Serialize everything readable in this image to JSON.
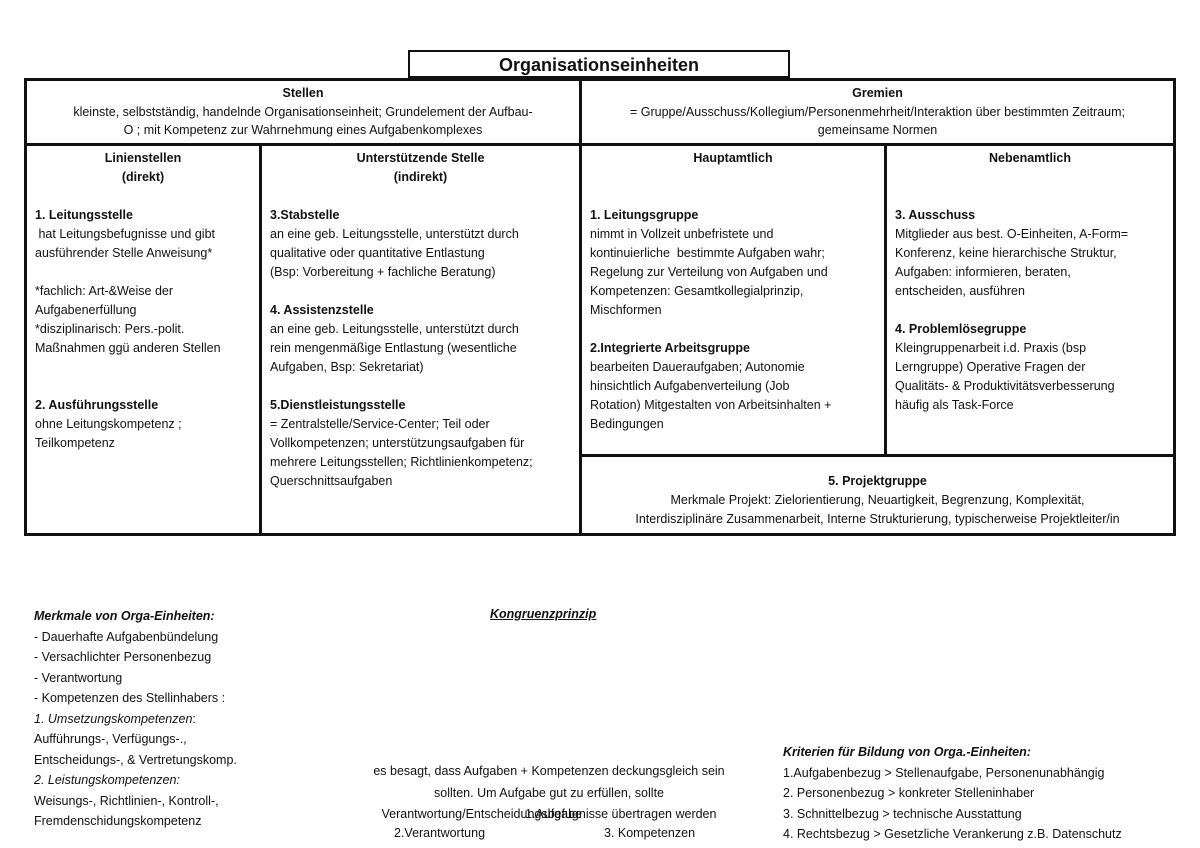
{
  "title": "Organisationseinheiten",
  "stellen": {
    "heading": "Stellen",
    "desc1": "kleinste, selbstständig, handelnde Organisationseinheit; Grundelement der Aufbau-",
    "desc2": "O ; mit Kompetenz zur Wahrnehmung eines Aufgabenkomplexes"
  },
  "gremien": {
    "heading": "Gremien",
    "desc1": "= Gruppe/Ausschuss/Kollegium/Personenmehrheit/Interaktion über bestimmten Zeitraum;",
    "desc2": "gemeinsame Normen"
  },
  "linien": {
    "heading1": "Linienstellen",
    "heading2": "(direkt)",
    "s1_title": "1. Leitungsstelle",
    "s1_l1": " hat Leitungsbefugnisse und gibt",
    "s1_l2": "ausführender Stelle Anweisung*",
    "s1_l3": "*fachlich: Art-&Weise der",
    "s1_l4": "Aufgabenerfüllung",
    "s1_l5": "*disziplinarisch: Pers.-polit.",
    "s1_l6": "Maßnahmen ggü anderen Stellen",
    "s2_title": "2. Ausführungsstelle",
    "s2_l1": "ohne Leitungskompetenz ;",
    "s2_l2": "Teilkompetenz"
  },
  "unter": {
    "heading1": "Unterstützende Stelle",
    "heading2": "(indirekt)",
    "s3_title": "3.Stabstelle",
    "s3_l1": "an eine geb. Leitungsstelle, unterstützt durch",
    "s3_l2": "qualitative oder quantitative Entlastung",
    "s3_l3": "(Bsp: Vorbereitung + fachliche Beratung)",
    "s4_title": "4. Assistenzstelle",
    "s4_l1": "an eine geb. Leitungsstelle, unterstützt durch",
    "s4_l2": "rein mengenmäßige Entlastung (wesentliche",
    "s4_l3": "Aufgaben, Bsp: Sekretariat)",
    "s5_title": "5.Dienstleistungsstelle",
    "s5_l1": "= Zentralstelle/Service-Center; Teil oder",
    "s5_l2": "Vollkompetenzen; unterstützungsaufgaben für",
    "s5_l3": "mehrere Leitungsstellen; Richtlinienkompetenz;",
    "s5_l4": "Querschnittsaufgaben"
  },
  "haupt": {
    "heading": "Hauptamtlich",
    "g1_title": "1. Leitungsgruppe",
    "g1_l1": "nimmt in Vollzeit unbefristete und",
    "g1_l2": "kontinuierliche  bestimmte Aufgaben wahr;",
    "g1_l3": "Regelung zur Verteilung von Aufgaben und",
    "g1_l4": "Kompetenzen: Gesamtkollegialprinzip,",
    "g1_l5": "Mischformen",
    "g2_title": "2.Integrierte Arbeitsgruppe",
    "g2_l1": "bearbeiten Daueraufgaben; Autonomie",
    "g2_l2": "hinsichtlich Aufgabenverteilung (Job",
    "g2_l3": "Rotation) Mitgestalten von Arbeitsinhalten +",
    "g2_l4": "Bedingungen"
  },
  "neben": {
    "heading": "Nebenamtlich",
    "g3_title": "3. Ausschuss",
    "g3_l1": "Mitglieder aus best. O-Einheiten, A-Form=",
    "g3_l2": "Konferenz, keine hierarchische Struktur,",
    "g3_l3": "Aufgaben: informieren, beraten,",
    "g3_l4": "entscheiden, ausführen",
    "g4_title": "4. Problemlösegruppe",
    "g4_l1": "Kleingruppenarbeit i.d. Praxis (bsp",
    "g4_l2": "Lerngruppe) Operative Fragen der",
    "g4_l3": "Qualitäts- & Produktivitätsverbesserung",
    "g4_l4": "häufig als Task-Force"
  },
  "projekt": {
    "title": "5. Projektgruppe",
    "l1": "Merkmale Projekt: Zielorientierung, Neuartigkeit, Begrenzung, Komplexität,",
    "l2": "Interdisziplinäre Zusammenarbeit, Interne Strukturierung, typischerweise Projektleiter/in"
  },
  "merkmale": {
    "title": "Merkmale von Orga-Einheiten:",
    "l1": "- Dauerhafte Aufgabenbündelung",
    "l2": "- Versachlichter Personenbezug",
    "l3": "- Verantwortung",
    "l4": "- Kompetenzen des Stellinhabers :",
    "l5": "1. Umsetzungskompetenzen",
    "l5_suffix": ":",
    "l6": "Aufführungs-, Verfügungs-.,",
    "l7": "Entscheidungs-, & Vertretungskomp.",
    "l8": "2. Leistungskompetenzen:",
    "l9": "Weisungs-, Richtlinien-, Kontroll-,",
    "l10": "Fremdenschidungskompetenz"
  },
  "kongruenz": {
    "title": "Kongruenzprinzip",
    "l1": "es besagt, dass Aufgaben + Kompetenzen deckungsgleich sein",
    "l2": "sollten. Um Aufgabe gut zu erfüllen, sollte",
    "l3a": "Verantwortung/Entscheidungsbefugnisse übertragen werden",
    "l3b": "1.Aufgabe",
    "l4a": "2.Verantwortung",
    "l4b": "3. Kompetenzen"
  },
  "kriterien": {
    "title": "Kriterien für Bildung von Orga.-Einheiten:",
    "l1": "1.Aufgabenbezug > Stellenaufgabe, Personenunabhängig",
    "l2": "2. Personenbezug > konkreter Stelleninhaber",
    "l3": "3. Schnittelbezug > technische Ausstattung",
    "l4": "4. Rechtsbezug > Gesetzliche Verankerung z.B. Datenschutz"
  }
}
